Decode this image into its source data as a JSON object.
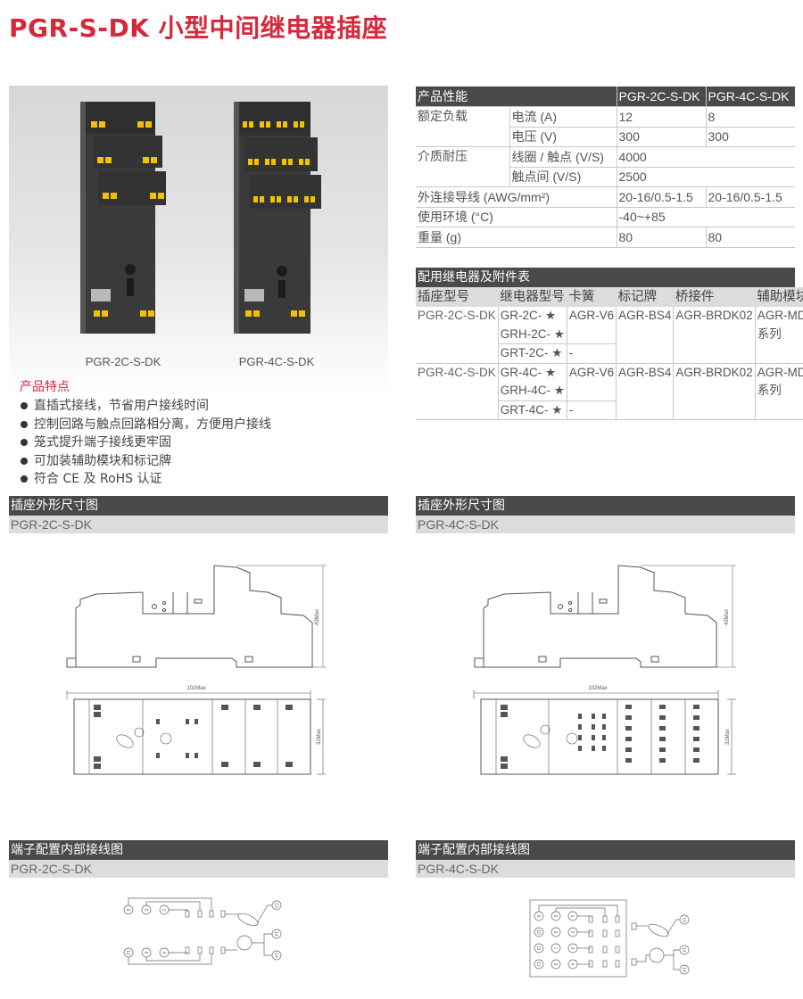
{
  "page": {
    "title": "PGR-S-DK 小型中间继电器插座",
    "accent_color": "#d6283a",
    "header_bar_color": "#4a4a4a",
    "subheader_bar_color": "#dcdcdc"
  },
  "photos": {
    "left_label": "PGR-2C-S-DK",
    "right_label": "PGR-4C-S-DK"
  },
  "features": {
    "heading": "产品特点",
    "items": [
      "直插式接线，节省用户接线时间",
      "控制回路与触点回路相分离，方便用户接线",
      "笼式提升端子接线更牢固",
      "可加装辅助模块和标记牌",
      "符合 CE 及 RoHS 认证"
    ]
  },
  "spec_table": {
    "header": [
      "产品性能",
      "PGR-2C-S-DK",
      "PGR-4C-S-DK"
    ],
    "rows": [
      {
        "group": "额定负载",
        "param": "电流 (A)",
        "v1": "12",
        "v2": "8"
      },
      {
        "group": "",
        "param": "电压 (V)",
        "v1": "300",
        "v2": "300"
      },
      {
        "group": "介质耐压",
        "param": "线圈 / 触点 (V/S)",
        "v1": "4000",
        "v2": ""
      },
      {
        "group": "",
        "param": "触点间 (V/S)",
        "v1": "2500",
        "v2": ""
      },
      {
        "group": "外连接导线 (AWG/mm²)",
        "param": "",
        "v1": "20-16/0.5-1.5",
        "v2": "20-16/0.5-1.5"
      },
      {
        "group": "使用环境 (°C)",
        "param": "",
        "v1": "-40~+85",
        "v2": ""
      },
      {
        "group": "重量 (g)",
        "param": "",
        "v1": "80",
        "v2": "80"
      }
    ]
  },
  "accessory_table": {
    "title": "配用继电器及附件表",
    "columns": [
      "插座型号",
      "继电器型号",
      "卡簧",
      "标记牌",
      "桥接件",
      "辅助模块"
    ],
    "groups": [
      {
        "socket": "PGR-2C-S-DK",
        "relays_a": [
          "GR-2C- ★",
          "GRH-2C- ★"
        ],
        "relay_b": "GRT-2C- ★",
        "clip_a": "AGR-V6",
        "clip_b": "-",
        "marker": "AGR-BS4",
        "bridge": "AGR-BRDK02",
        "module": [
          "AGR-MD ★",
          "系列"
        ]
      },
      {
        "socket": "PGR-4C-S-DK",
        "relays_a": [
          "GR-4C- ★",
          "GRH-4C- ★"
        ],
        "relay_b": "GRT-4C- ★",
        "clip_a": "AGR-V6",
        "clip_b": "-",
        "marker": "AGR-BS4",
        "bridge": "AGR-BRDK02",
        "module": [
          "AGR-MD ★",
          "系列"
        ]
      }
    ]
  },
  "sections": {
    "dimension_left": {
      "title": "插座外形尺寸图",
      "model": "PGR-2C-S-DK"
    },
    "dimension_right": {
      "title": "插座外形尺寸图",
      "model": "PGR-4C-S-DK"
    },
    "wiring_left": {
      "title": "端子配置内部接线图",
      "model": "PGR-2C-S-DK"
    },
    "wiring_right": {
      "title": "端子配置内部接线图",
      "model": "PGR-4C-S-DK"
    }
  },
  "dimensions": {
    "height_label": "43Max",
    "width_label": "102Max",
    "depth_label": "31Max"
  },
  "wiring": {
    "left_terminals": {
      "top": [
        "9",
        "5",
        "1"
      ],
      "bottom": [
        "12",
        "8",
        "4"
      ],
      "coil": [
        "13",
        "14",
        "14"
      ]
    },
    "right_terminals": {
      "rows": [
        [
          "9",
          "5",
          "1"
        ],
        [
          "10",
          "6",
          "2"
        ],
        [
          "11",
          "7",
          "3"
        ],
        [
          "12",
          "8",
          "4"
        ]
      ],
      "coil": [
        "13",
        "14",
        "14"
      ]
    }
  }
}
